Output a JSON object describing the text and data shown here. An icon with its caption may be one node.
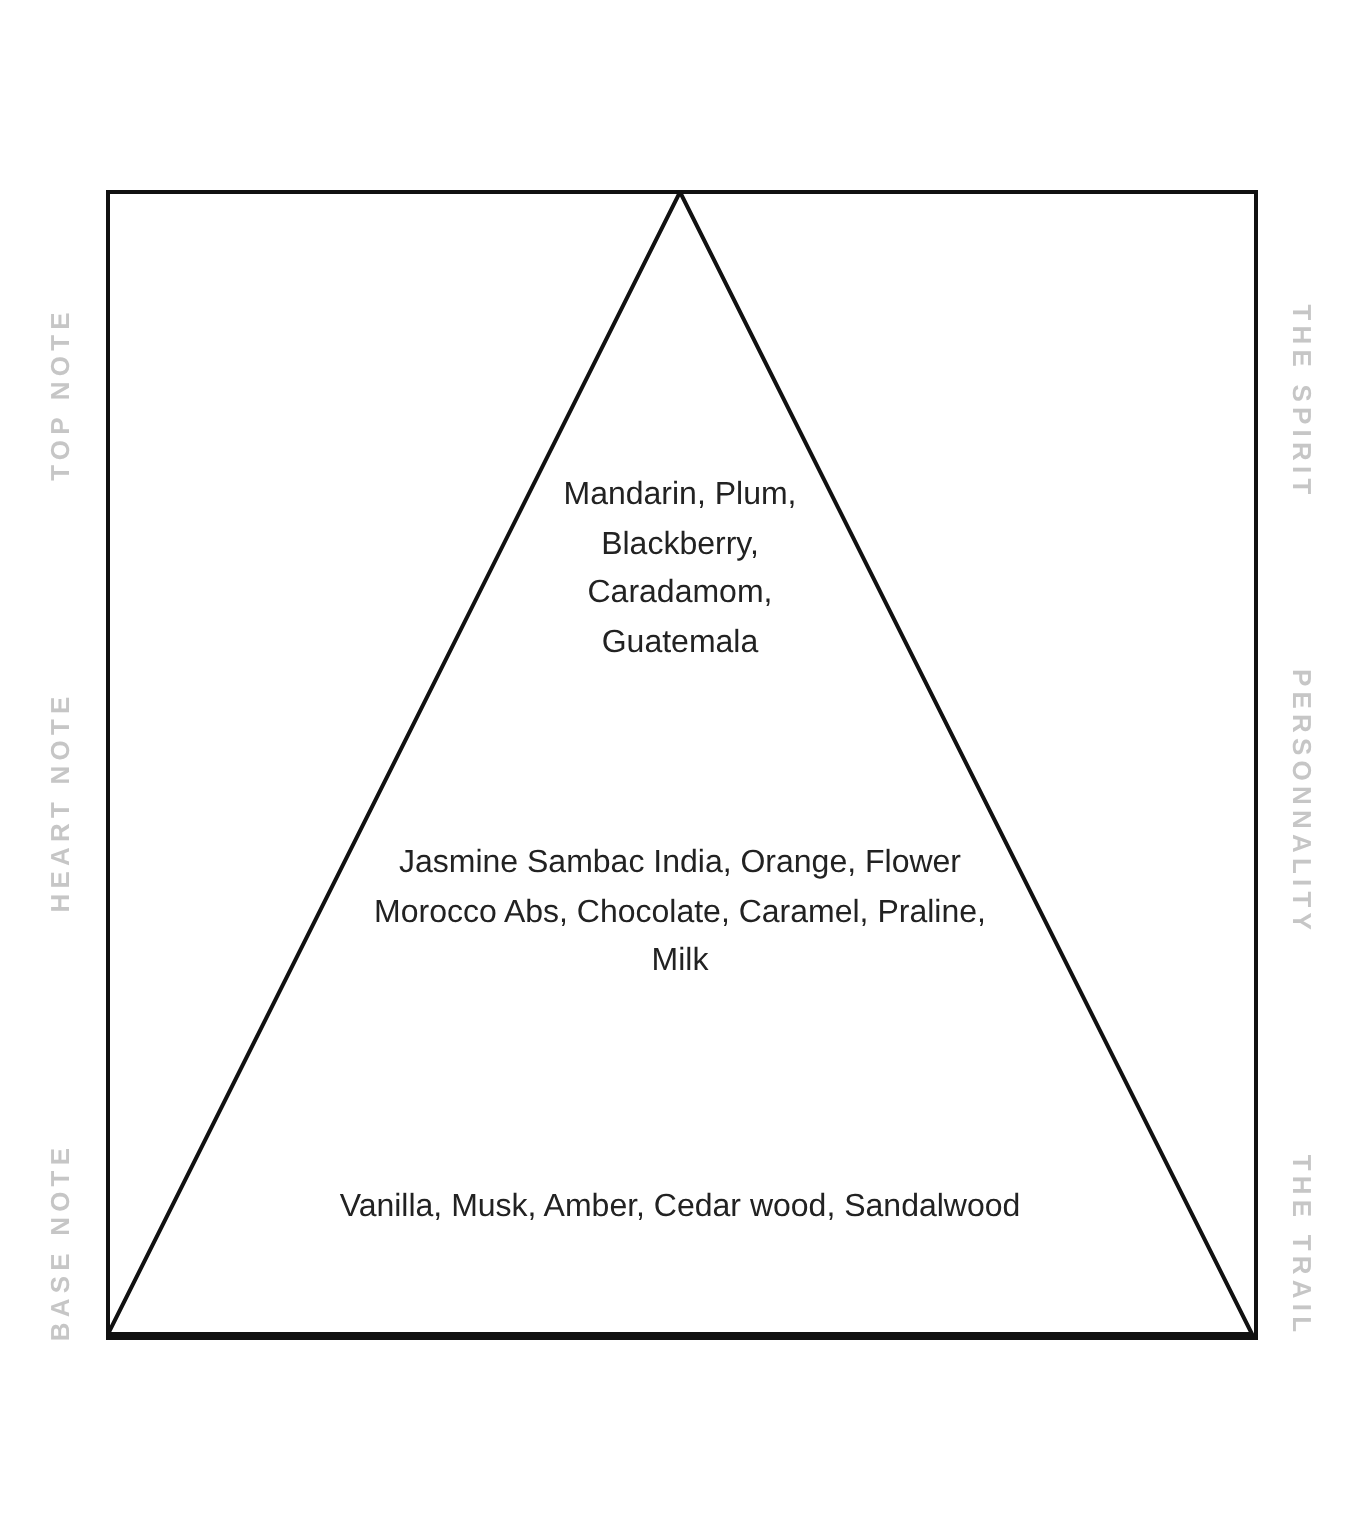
{
  "diagram": {
    "nodes": [
      {
        "text": [
          "Mandarin, Plum, Blackberry, Caradamom, Guatemala",
          "Jasmine Sambac India, Orange, Flower Morocco Abs, Chocolate, Caramel, Praline, Milk",
          "Vanilla, Musk, Amber, Cedar wood, Sandalwood"
        ]
      }
    ],
    "labels": [
      "TOP NOTE",
      "THE SPIRIT",
      "HEART NOTE",
      "PERSONNALITY",
      "BASE NOTE",
      "THE TRAIL"
    ]
  }
}
